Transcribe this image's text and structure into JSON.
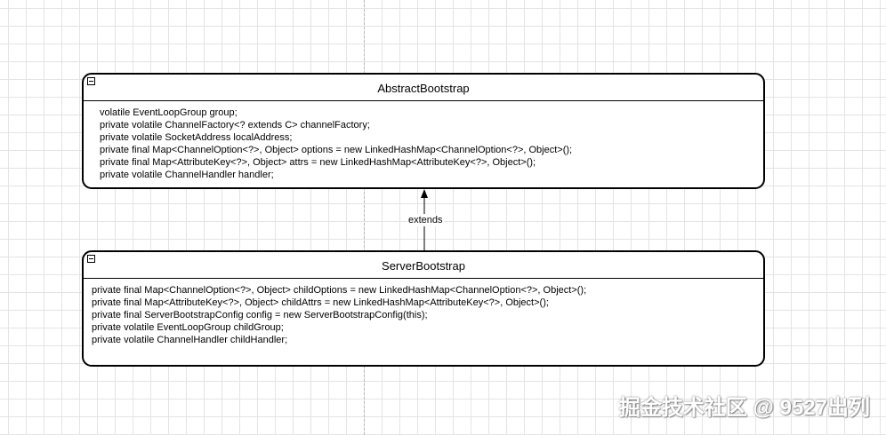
{
  "diagram": {
    "parent_class": {
      "name": "AbstractBootstrap",
      "members": [
        "volatile EventLoopGroup group;",
        "private volatile ChannelFactory<? extends C> channelFactory;",
        "private volatile SocketAddress localAddress;",
        "private final Map<ChannelOption<?>, Object> options = new LinkedHashMap<ChannelOption<?>, Object>();",
        "private final Map<AttributeKey<?>, Object> attrs = new LinkedHashMap<AttributeKey<?>, Object>();",
        "private volatile ChannelHandler handler;"
      ]
    },
    "child_class": {
      "name": "ServerBootstrap",
      "members": [
        "private final Map<ChannelOption<?>, Object> childOptions = new LinkedHashMap<ChannelOption<?>, Object>();",
        "private final Map<AttributeKey<?>, Object> childAttrs = new LinkedHashMap<AttributeKey<?>, Object>();",
        "private final ServerBootstrapConfig config = new ServerBootstrapConfig(this);",
        "private volatile EventLoopGroup childGroup;",
        "private volatile ChannelHandler childHandler;"
      ]
    },
    "relationship": {
      "label": "extends",
      "from": "ServerBootstrap",
      "to": "AbstractBootstrap"
    }
  },
  "watermark": "掘金技术社区 @ 9527出列",
  "colors": {
    "stroke": "#000000",
    "grid": "#e4e4e4",
    "background": "#ffffff"
  }
}
